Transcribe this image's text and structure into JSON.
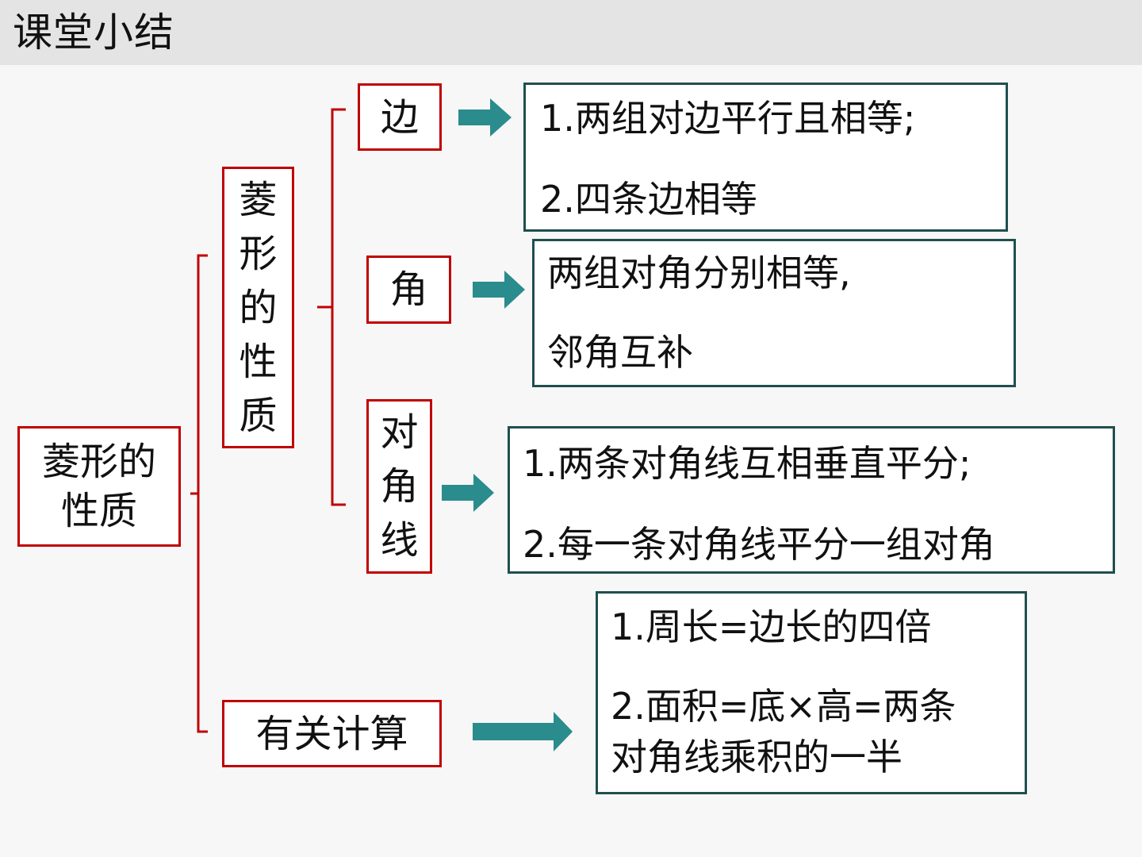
{
  "header": {
    "title": "课堂小结"
  },
  "root": {
    "line1": "菱形的",
    "line2": "性质"
  },
  "properties": {
    "chars": [
      "菱",
      "形",
      "的",
      "性",
      "质"
    ]
  },
  "edges": {
    "label": "边",
    "content": [
      "1.两组对边平行且相等;",
      "2.四条边相等"
    ]
  },
  "angles": {
    "label": "角",
    "content": [
      "两组对角分别相等,",
      "邻角互补"
    ]
  },
  "diagonals": {
    "chars": [
      "对",
      "角",
      "线"
    ],
    "content": [
      "1.两条对角线互相垂直平分;",
      "2.每一条对角线平分一组对角"
    ]
  },
  "calculation": {
    "label": "有关计算",
    "content": [
      "1.周长=边长的四倍",
      "2.面积=底×高=两条",
      "对角线乘积的一半"
    ]
  },
  "colors": {
    "red_border": "#c00000",
    "teal_border": "#1f4f4f",
    "arrow": "#2a8c8c",
    "header_bg": "#e4e4e4"
  }
}
